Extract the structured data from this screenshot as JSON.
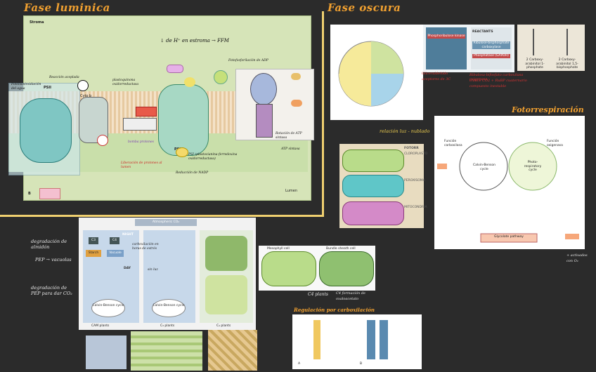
{
  "light": {
    "title": "Fase luminica",
    "stroma": "Stroma",
    "lumen": "Lumen",
    "corner_b": "B",
    "psii": "PSII",
    "psi": "PSI",
    "cyt": "Cyto b",
    "ox_agua": "Fotólisis/oxidación del agua",
    "notes": [
      "↓ de H⁺ en estroma → FFM",
      "Fotofosforilación de ADP",
      "ATP sintasa",
      "Liberación de protones al lumen",
      "Reducción de NADP",
      "Rotación de ATP sintasa",
      "Reacción acoplada",
      "PSI (plastocianina-ferredoxina oxidorreductasa)",
      "plastoquinona oxidorreductasa",
      "bomba protones"
    ]
  },
  "dark": {
    "title": "Fase oscura",
    "red_notes": [
      "Gliceraldehído",
      "aceptores de 3C"
    ],
    "notes_right": [
      "Ribulosa-bifosfato carboxilasa oxigenasa",
      "enlace CO2 + RuBP cuaternario",
      "compuesto inestable"
    ],
    "reactions": [
      "Phosphoribulose kinase",
      "Ribulose-bisphosphate carboxylase",
      "Phosphatase (GAPDH)"
    ],
    "mol_captions": [
      "2 Carboxy-arabinitol 1-phosphate",
      "2 Carboxy-arabinitol 1,5-bisphosphate"
    ],
    "reactants": "REACTANTS"
  },
  "photorespiration": {
    "title": "Fotorrespiración",
    "carbox": "Función carboxilasa",
    "oxig": "Función oxigenasa",
    "calvin": "Calvin-Benson cycle",
    "photo_cycle": "Photo-respiratory cycle",
    "bottom": "Glycolate pathway",
    "note": "+ activados con O₂"
  },
  "organelles": {
    "note": "relación luz - nublado",
    "label": "FOTORR",
    "rows": [
      "CLOROPLASTO",
      "PEROXISOMA",
      "MITOCONDRIA"
    ]
  },
  "cam": {
    "atmospheric": "Atmospheric CO₂",
    "night": "NIGHT",
    "day": "DAY",
    "c3": "C3",
    "c4": "C4",
    "starch": "Starch",
    "vacuole": "Vacuole",
    "calvin": "Calvin-Benson cycle",
    "captions": [
      "CAM plants",
      "C₃ plants",
      "C₄ plants"
    ],
    "left_notes": [
      "degradación de almidón",
      "PEP → vacuolas",
      "degradación de PEP para dar CO₂"
    ],
    "mid_notes": [
      "carboxilación en horas de estrés",
      "sin luz"
    ]
  },
  "c4": {
    "title": "C4 plants",
    "mesophyll": "Mesophyll cell",
    "bundle": "Bundle sheath cell",
    "note": "C4 formación de oxaloacetato"
  },
  "regulation": {
    "title": "Regulación por carboxilación",
    "captions": [
      "A",
      "B"
    ]
  }
}
